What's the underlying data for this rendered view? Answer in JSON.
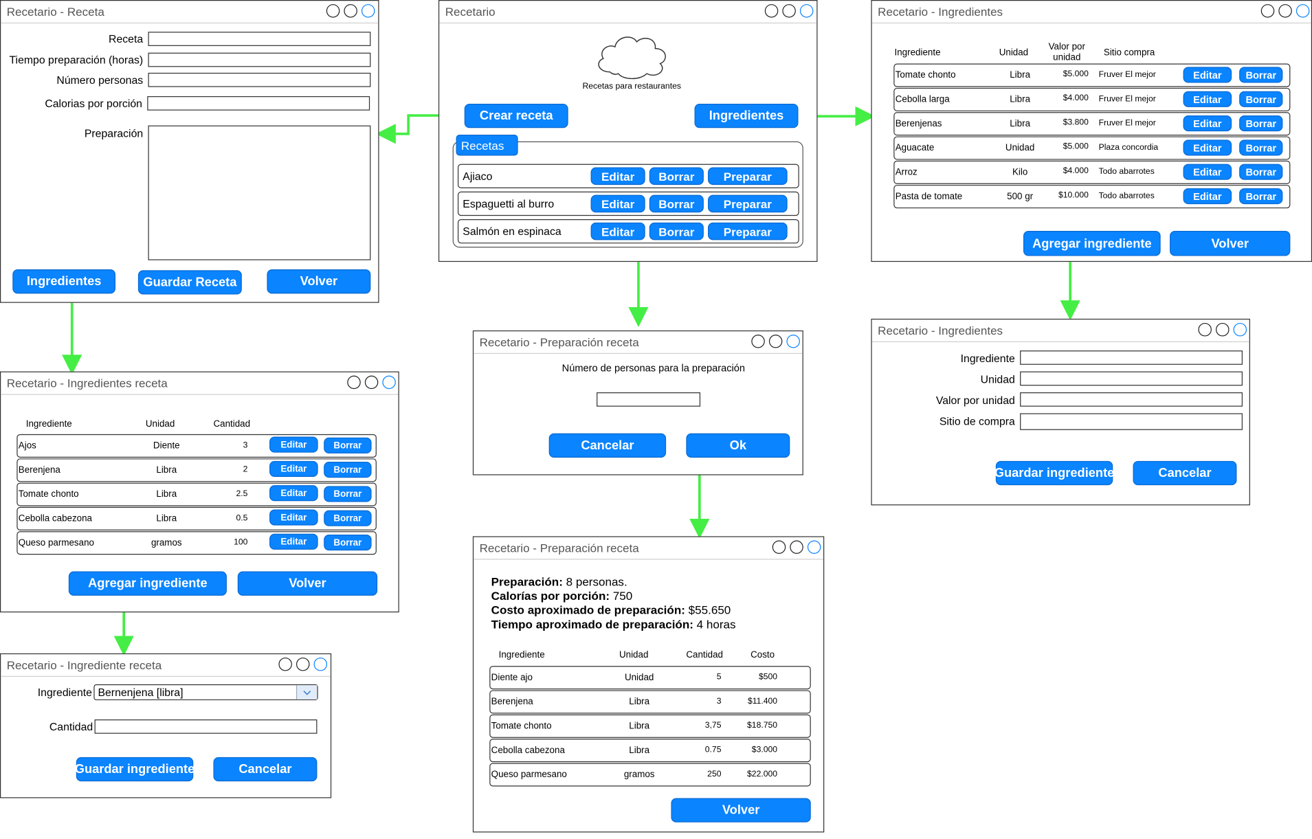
{
  "main": {
    "title": "Recetario",
    "logo_caption": "Recetas para restaurantes",
    "btn_crear": "Crear receta",
    "btn_ingredientes": "Ingredientes",
    "recetas_tab": "Recetas",
    "recetas": [
      {
        "name": "Ajiaco",
        "editar": "Editar",
        "borrar": "Borrar",
        "preparar": "Preparar"
      },
      {
        "name": "Espaguetti al burro",
        "editar": "Editar",
        "borrar": "Borrar",
        "preparar": "Preparar"
      },
      {
        "name": "Salmón en espinaca",
        "editar": "Editar",
        "borrar": "Borrar",
        "preparar": "Preparar"
      }
    ]
  },
  "receta": {
    "title": "Recetario - Receta",
    "label_receta": "Receta",
    "label_tiempo": "Tiempo preparación (horas)",
    "label_personas": "Número personas",
    "label_calorias": "Calorias por porción",
    "label_preparacion": "Preparación",
    "btn_ingredientes": "Ingredientes",
    "btn_guardar": "Guardar Receta",
    "btn_volver": "Volver"
  },
  "ingredientes": {
    "title": "Recetario - Ingredientes",
    "headers": {
      "ingrediente": "Ingrediente",
      "unidad": "Unidad",
      "valor_1": "Valor por",
      "valor_2": "unidad",
      "sitio": "Sitio compra"
    },
    "rows": [
      {
        "nombre": "Tomate chonto",
        "unidad": "Libra",
        "valor": "$5.000",
        "sitio": "Fruver El mejor",
        "editar": "Editar",
        "borrar": "Borrar"
      },
      {
        "nombre": "Cebolla larga",
        "unidad": "Libra",
        "valor": "$4.000",
        "sitio": "Fruver El mejor",
        "editar": "Editar",
        "borrar": "Borrar"
      },
      {
        "nombre": "Berenjenas",
        "unidad": "Libra",
        "valor": "$3.800",
        "sitio": "Fruver El mejor",
        "editar": "Editar",
        "borrar": "Borrar"
      },
      {
        "nombre": "Aguacate",
        "unidad": "Unidad",
        "valor": "$5.000",
        "sitio": "Plaza concordia",
        "editar": "Editar",
        "borrar": "Borrar"
      },
      {
        "nombre": "Arroz",
        "unidad": "Kilo",
        "valor": "$4.000",
        "sitio": "Todo abarrotes",
        "editar": "Editar",
        "borrar": "Borrar"
      },
      {
        "nombre": "Pasta de tomate",
        "unidad": "500 gr",
        "valor": "$10.000",
        "sitio": "Todo abarrotes",
        "editar": "Editar",
        "borrar": "Borrar"
      }
    ],
    "btn_agregar": "Agregar ingrediente",
    "btn_volver": "Volver"
  },
  "ingrediente_form": {
    "title": "Recetario - Ingredientes",
    "label_ingrediente": "Ingrediente",
    "label_unidad": "Unidad",
    "label_valor": "Valor por unidad",
    "label_sitio": "Sitio de compra",
    "btn_guardar": "Guardar ingrediente",
    "btn_cancelar": "Cancelar"
  },
  "ingredientes_receta": {
    "title": "Recetario - Ingredientes receta",
    "headers": {
      "ingrediente": "Ingrediente",
      "unidad": "Unidad",
      "cantidad": "Cantidad"
    },
    "rows": [
      {
        "nombre": "Ajos",
        "unidad": "Diente",
        "cantidad": "3",
        "editar": "Editar",
        "borrar": "Borrar"
      },
      {
        "nombre": "Berenjena",
        "unidad": "Libra",
        "cantidad": "2",
        "editar": "Editar",
        "borrar": "Borrar"
      },
      {
        "nombre": "Tomate chonto",
        "unidad": "Libra",
        "cantidad": "2.5",
        "editar": "Editar",
        "borrar": "Borrar"
      },
      {
        "nombre": "Cebolla cabezona",
        "unidad": "Libra",
        "cantidad": "0.5",
        "editar": "Editar",
        "borrar": "Borrar"
      },
      {
        "nombre": "Queso parmesano",
        "unidad": "gramos",
        "cantidad": "100",
        "editar": "Editar",
        "borrar": "Borrar"
      }
    ],
    "btn_agregar": "Agregar ingrediente",
    "btn_volver": "Volver"
  },
  "ingrediente_receta": {
    "title": "Recetario - Ingrediente receta",
    "label_ingrediente": "Ingrediente",
    "select_value": "Bernenjena [libra]",
    "label_cantidad": "Cantidad",
    "btn_guardar": "Guardar ingrediente",
    "btn_cancelar": "Cancelar"
  },
  "preparacion_dialog": {
    "title": "Recetario - Preparación receta",
    "prompt": "Número de personas para la preparación",
    "btn_cancelar": "Cancelar",
    "btn_ok": "Ok"
  },
  "preparacion_result": {
    "title": "Recetario - Preparación receta",
    "summary": [
      {
        "label": "Preparación:",
        "value": " 8 personas."
      },
      {
        "label": "Calorías por porción:",
        "value": " 750"
      },
      {
        "label": "Costo aproximado de preparación:",
        "value": " $55.650"
      },
      {
        "label": "Tiempo aproximado de preparación:",
        "value": " 4 horas"
      }
    ],
    "headers": {
      "ingrediente": "Ingrediente",
      "unidad": "Unidad",
      "cantidad": "Cantidad",
      "costo": "Costo"
    },
    "rows": [
      {
        "nombre": "Diente ajo",
        "unidad": "Unidad",
        "cantidad": "5",
        "costo": "$500"
      },
      {
        "nombre": "Berenjena",
        "unidad": "Libra",
        "cantidad": "3",
        "costo": "$11.400"
      },
      {
        "nombre": "Tomate chonto",
        "unidad": "Libra",
        "cantidad": "3,75",
        "costo": "$18.750"
      },
      {
        "nombre": "Cebolla cabezona",
        "unidad": "Libra",
        "cantidad": "0.75",
        "costo": "$3.000"
      },
      {
        "nombre": "Queso parmesano",
        "unidad": "gramos",
        "cantidad": "250",
        "costo": "$22.000"
      }
    ],
    "btn_volver": "Volver"
  },
  "colors": {
    "accent": "#0a84ff",
    "arrow": "#44ee44",
    "border": "#333333"
  }
}
